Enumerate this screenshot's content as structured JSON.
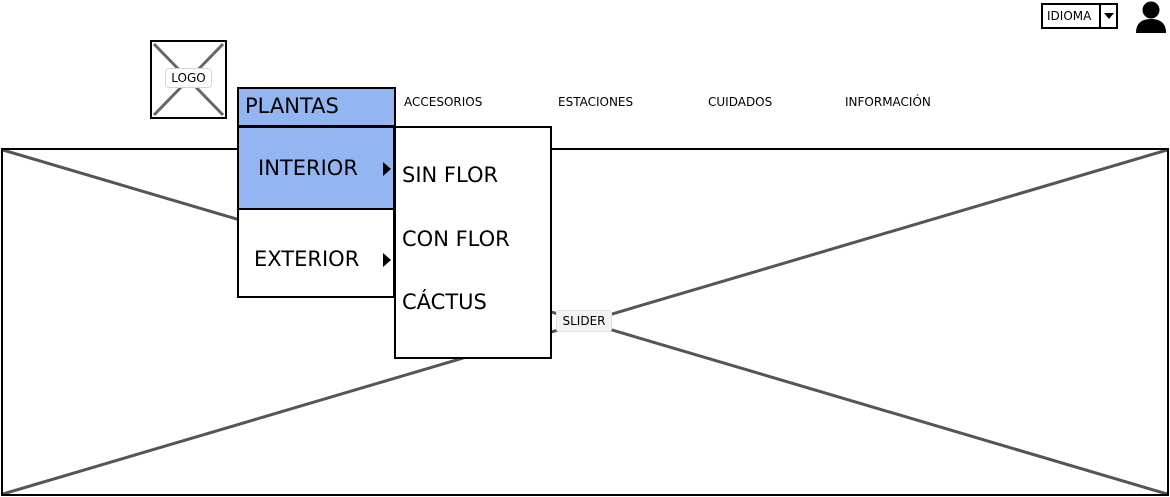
{
  "header": {
    "language": {
      "value": "IDIOMA"
    },
    "user": {
      "icon": "user-icon"
    }
  },
  "logo": {
    "label": "LOGO"
  },
  "nav": {
    "items": [
      {
        "label": "PLANTAS",
        "active": true
      },
      {
        "label": "ACCESORIOS"
      },
      {
        "label": "ESTACIONES"
      },
      {
        "label": "CUIDADOS"
      },
      {
        "label": "INFORMACIÓN"
      }
    ]
  },
  "submenu": {
    "items": [
      {
        "label": "INTERIOR",
        "active": true,
        "icon": "chevron-right-icon"
      },
      {
        "label": "EXTERIOR",
        "icon": "chevron-right-icon"
      }
    ]
  },
  "subsubmenu": {
    "items": [
      {
        "label": "SIN FLOR"
      },
      {
        "label": "CON FLOR"
      },
      {
        "label": "CÁCTUS"
      }
    ]
  },
  "slider": {
    "label": "SLIDER"
  },
  "colors": {
    "highlight": "#93b6f2",
    "border": "#000000",
    "placeholder_line": "#555555"
  }
}
